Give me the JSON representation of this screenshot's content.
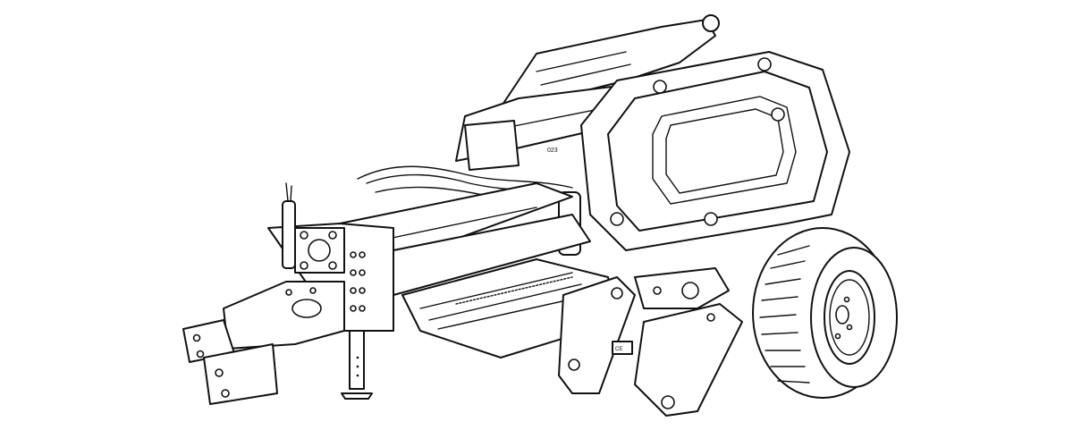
{
  "image": {
    "subject": "Round baler line drawing",
    "background": "#ffffff",
    "line_color": "#111111"
  },
  "decals": {
    "sticker_1": "023",
    "sticker_2": "CE"
  }
}
